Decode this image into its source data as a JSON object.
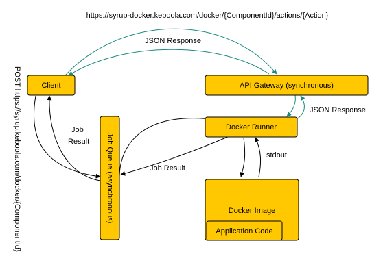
{
  "header": {
    "actions_url": "https://syrup-docker.keboola.com/docker/{ComponentId}/actions/{Action}"
  },
  "side_label": {
    "post_url": "POST https://syrup.keboola.com/docker/{ComponentId}"
  },
  "nodes": {
    "client": "Client",
    "api_gateway": "API Gateway (synchronous)",
    "docker_runner": "Docker Runner",
    "job_queue": "Job Queue (asynchronous)",
    "docker_image": "Docker Image",
    "application_code": "Application Code"
  },
  "edges": {
    "json_response_top": "JSON Response",
    "json_response_right": "JSON Response",
    "job_result_left_line1": "Job",
    "job_result_left_line2": "Result",
    "job_result_middle": "Job Result",
    "stdout": "stdout"
  },
  "colors": {
    "box_fill": "#ffc800",
    "teal_arrow": "#1a8a80",
    "black_arrow": "#000000"
  }
}
